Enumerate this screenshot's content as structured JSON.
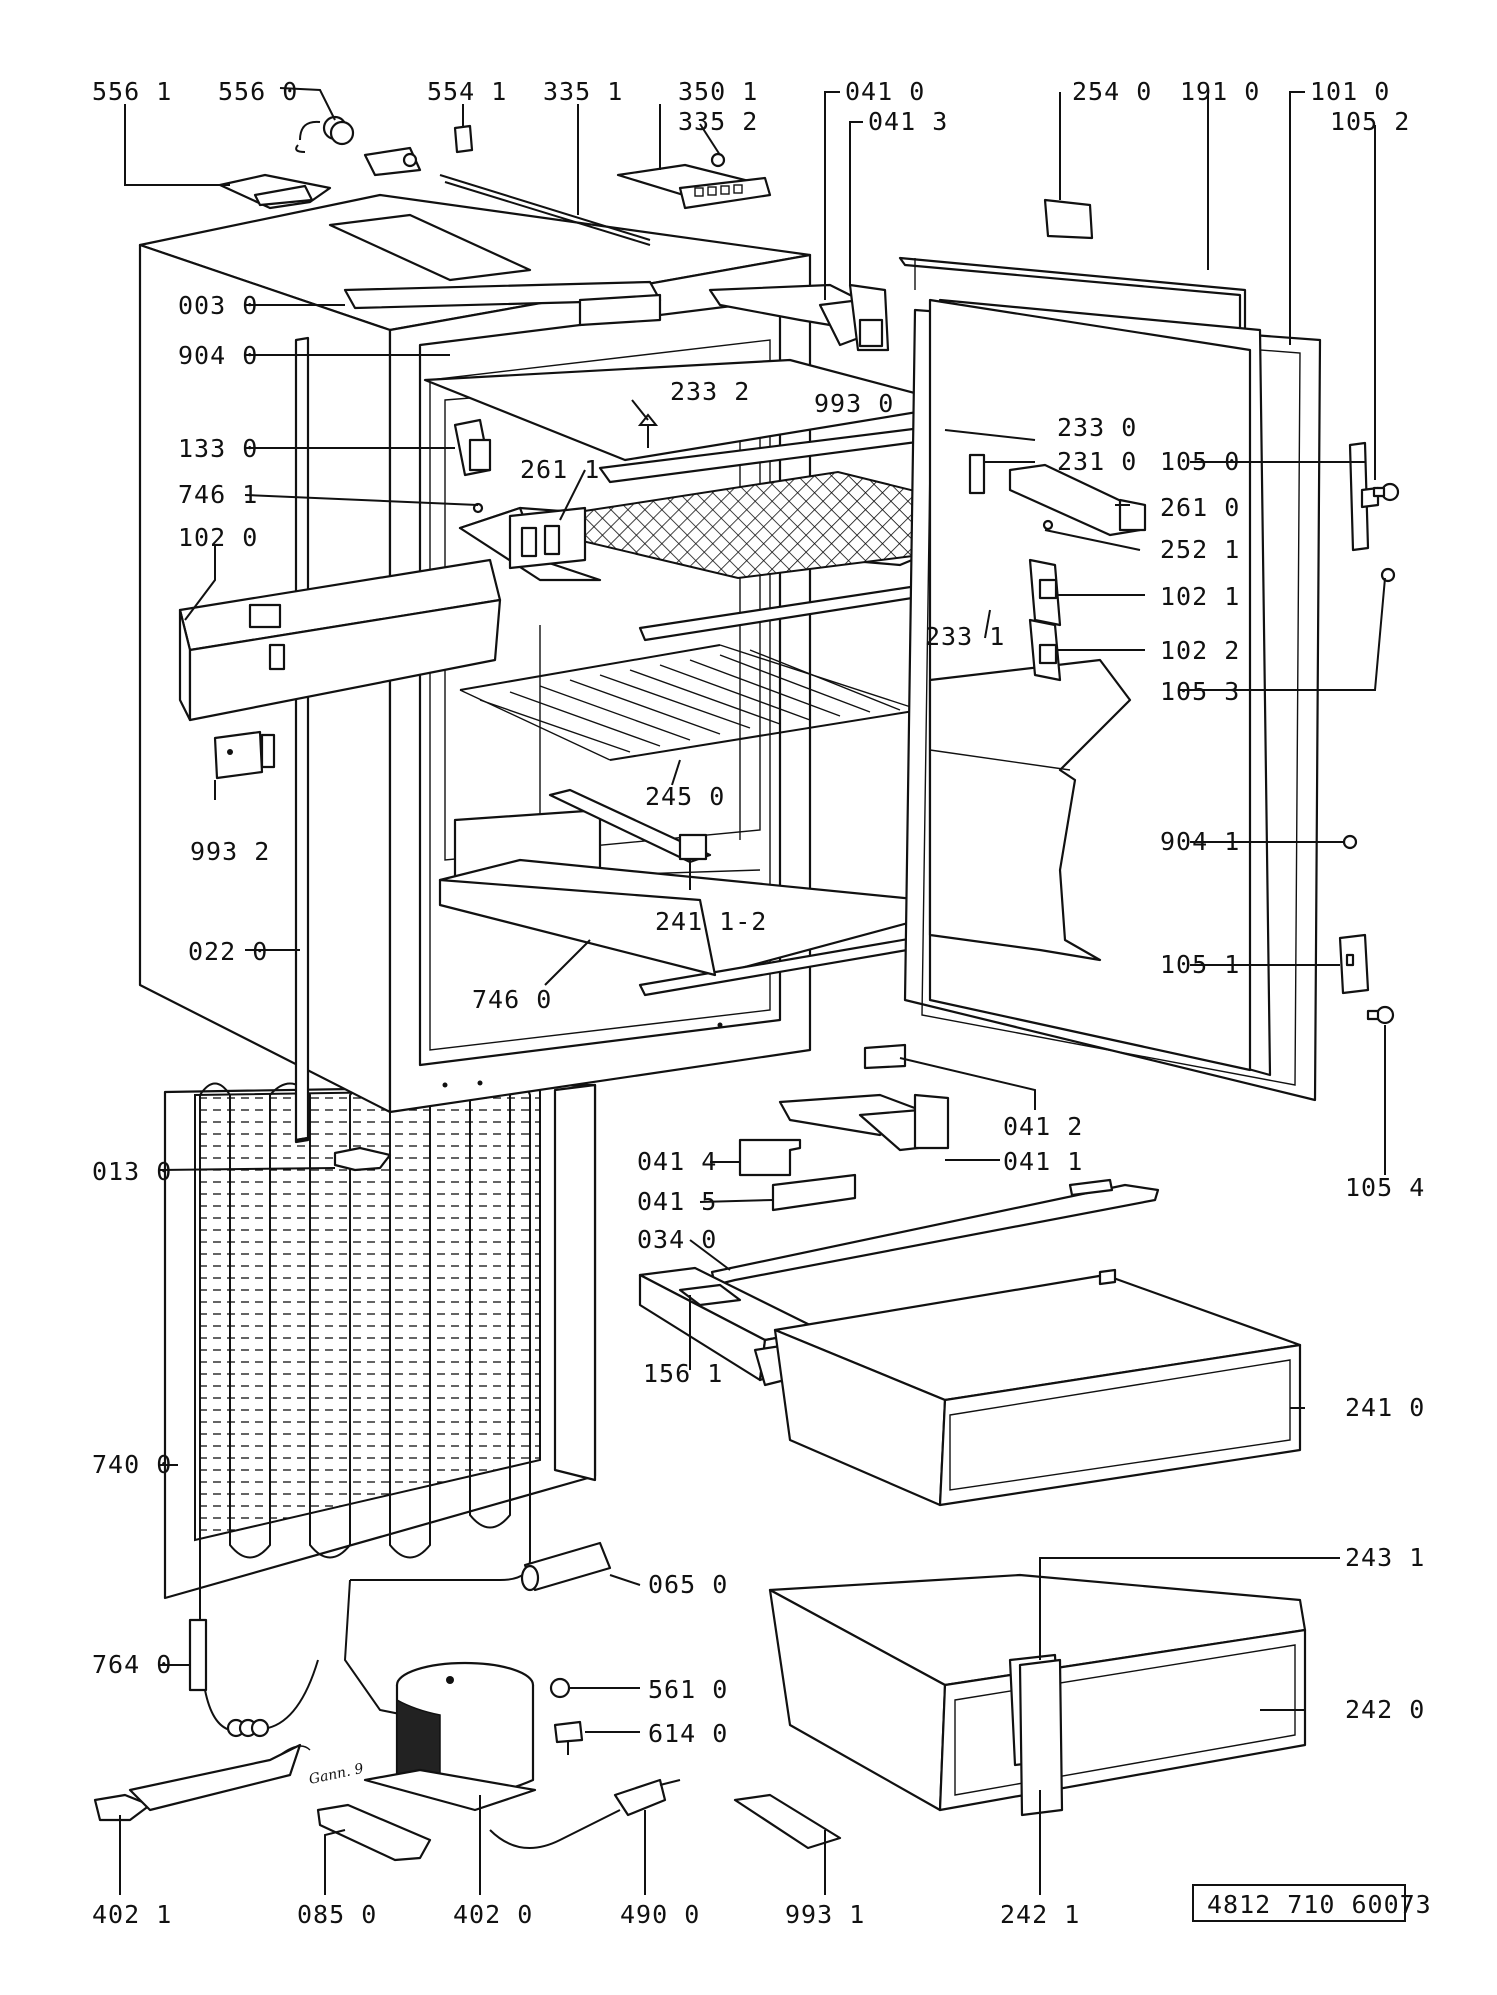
{
  "labels": {
    "l556_1": "556 1",
    "l556_0": "556 0",
    "l554_1": "554 1",
    "l335_1": "335 1",
    "l350_1": "350 1",
    "l335_2": "335 2",
    "l041_0": "041 0",
    "l041_3": "041 3",
    "l254_0": "254 0",
    "l191_0": "191 0",
    "l101_0": "101 0",
    "l105_2": "105 2",
    "l003_0": "003 0",
    "l904_0": "904 0",
    "l233_2": "233 2",
    "l993_0": "993 0",
    "l233_0": "233 0",
    "l231_0": "231 0",
    "l133_0": "133 0",
    "l746_1": "746 1",
    "l261_1": "261 1",
    "l105_0": "105 0",
    "l261_0": "261 0",
    "l252_1": "252 1",
    "l102_0": "102 0",
    "l102_1": "102 1",
    "l102_2": "102 2",
    "l105_3": "105 3",
    "l233_1": "233 1",
    "l245_0": "245 0",
    "l993_2": "993 2",
    "l904_1": "904 1",
    "l241_12": "241 1-2",
    "l022_0": "022 0",
    "l105_1": "105 1",
    "l746_0": "746 0",
    "l041_2": "041 2",
    "l041_1": "041 1",
    "l041_4": "041 4",
    "l041_5": "041 5",
    "l034_0": "034 0",
    "l013_0": "013 0",
    "l105_4": "105 4",
    "l156_1": "156 1",
    "l241_0": "241 0",
    "l740_0": "740 0",
    "l243_1": "243 1",
    "l065_0": "065 0",
    "l764_0": "764 0",
    "l561_0": "561 0",
    "l242_0": "242 0",
    "l614_0": "614 0",
    "l402_1": "402 1",
    "l085_0": "085 0",
    "l402_0": "402 0",
    "l490_0": "490 0",
    "l993_1": "993 1",
    "l242_1": "242 1"
  },
  "handwritten_note": "Gann. 9",
  "document_number": "4812 710 60073"
}
